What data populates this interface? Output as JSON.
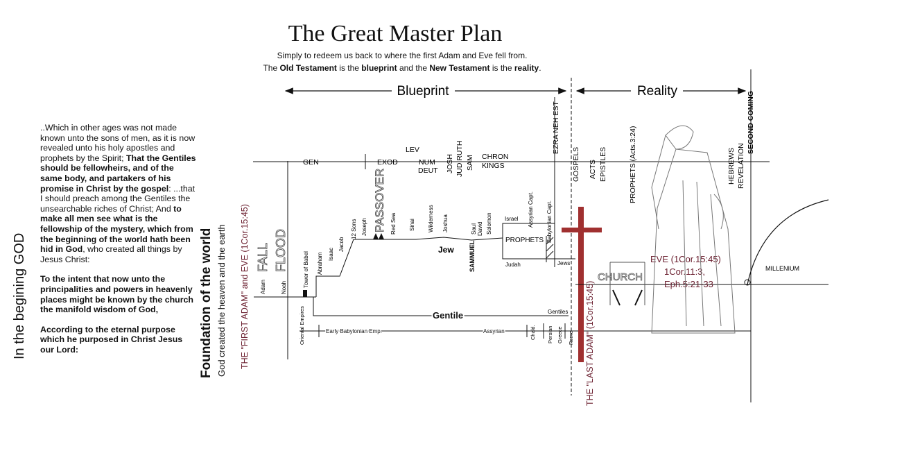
{
  "title": "The Great Master Plan",
  "subtitle_line1": "Simply to redeem us back to where the first Adam and Eve fell from.",
  "subtitle_line2_parts": [
    "The ",
    "Old Testament",
    " is the ",
    "blueprint",
    " and the ",
    "New Testament",
    " is the ",
    "reality",
    "."
  ],
  "side_title": "In the begining GOD",
  "quote": {
    "p1_parts": [
      "..Which in other ages was not made known unto the sons of men, as it is now revealed unto his holy apostles and prophets by the Spirit; ",
      "That the Gentiles should be fellowheirs, and of the same body, and partakers of his promise in Christ by the gospel",
      ": ...that I should preach among the Gentiles the unsearchable riches of Christ; And ",
      "to make all men see what is the fellowship of the mystery, which from the beginning of the world hath been hid in God",
      ", who created all things by Jesus Christ:"
    ],
    "p2": "To the intent that now unto the principalities and powers in heavenly places might be known by the church the manifold wisdom of God,",
    "p3": "According to the eternal purpose which he purposed in Christ Jesus our Lord:"
  },
  "foundation": "Foundation of the world",
  "creation": "God created the heaven and the earth",
  "first_adam": "THE \"FIRST ADAM\" and EVE (1Cor.15:45)",
  "last_adam": "THE \"LAST ADAM\" (1Cor.15:45)",
  "blueprint": "Blueprint",
  "reality": "Reality",
  "eve_lines": [
    "EVE (1Cor.15:45)",
    "1Cor.11:3,",
    "Eph.5:21-33"
  ],
  "church": "CHURCH",
  "millenium": "MILLENIUM",
  "jew": "Jew",
  "gentile": "Gentile",
  "prophets": "PROPHETS",
  "books": [
    "GEN",
    "EXOD",
    "LEV",
    "NUM",
    "DEUT",
    "JOSH",
    "JUD RUTH",
    "SAM",
    "CHRON",
    "KINGS",
    "EZRA NEH EST",
    "GOSPELS",
    "ACTS",
    "EPISTLES",
    "PROPHETS (Acts.3:24)",
    "HEBREWS",
    "REVELATION",
    "SECOND COMING"
  ],
  "events": [
    "FALL",
    "FLOOD",
    "PASSOVER",
    "Adam",
    "Noah",
    "Tower of Babel",
    "Abraham",
    "Isaac",
    "Jacob",
    "Joseph",
    "12 Sons",
    "Red Sea",
    "Sinai",
    "Wilderness",
    "Joshua",
    "SAMMUEL",
    "Saul",
    "David",
    "Solomon",
    "Israel",
    "Assyrian Capt.",
    "Babylonian Capt.",
    "Judah",
    "Jews",
    "Gentiles"
  ],
  "empires": [
    "Oriental Empires",
    "Early Babylonian Emp.",
    "Assyrian",
    "Chald.",
    "Persian",
    "Greece",
    "Rome"
  ],
  "colors": {
    "cross": "#a03030",
    "maroon": "#6b2030",
    "text": "#111111"
  }
}
